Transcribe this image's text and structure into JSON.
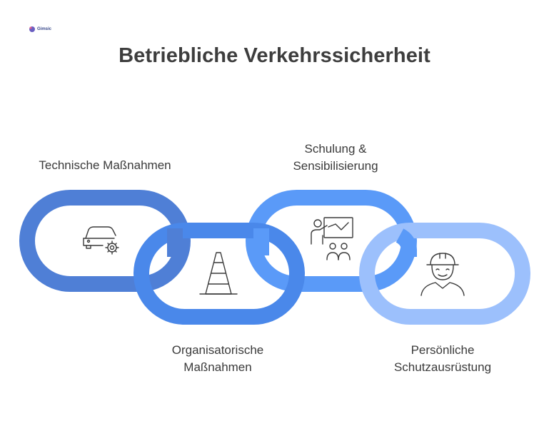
{
  "logo": {
    "text": "Gimsic"
  },
  "title": "Betriebliche Verkehrssicherheit",
  "labels": {
    "technisch": "Technische Maßnahmen",
    "schulung": "Schulung &\nSensibilisierung",
    "organisatorisch": "Organisatorische\nMaßnahmen",
    "psa": "Persönliche\nSchutzausrüstung"
  },
  "colors": {
    "link1": "#4f7fd6",
    "link2": "#4a88ea",
    "link3": "#5a9af8",
    "link4": "#9cc0fc",
    "icon": "#3a3a3a"
  },
  "icons": [
    "car-gear-icon",
    "traffic-cone-icon",
    "presentation-icon",
    "worker-helmet-icon"
  ]
}
